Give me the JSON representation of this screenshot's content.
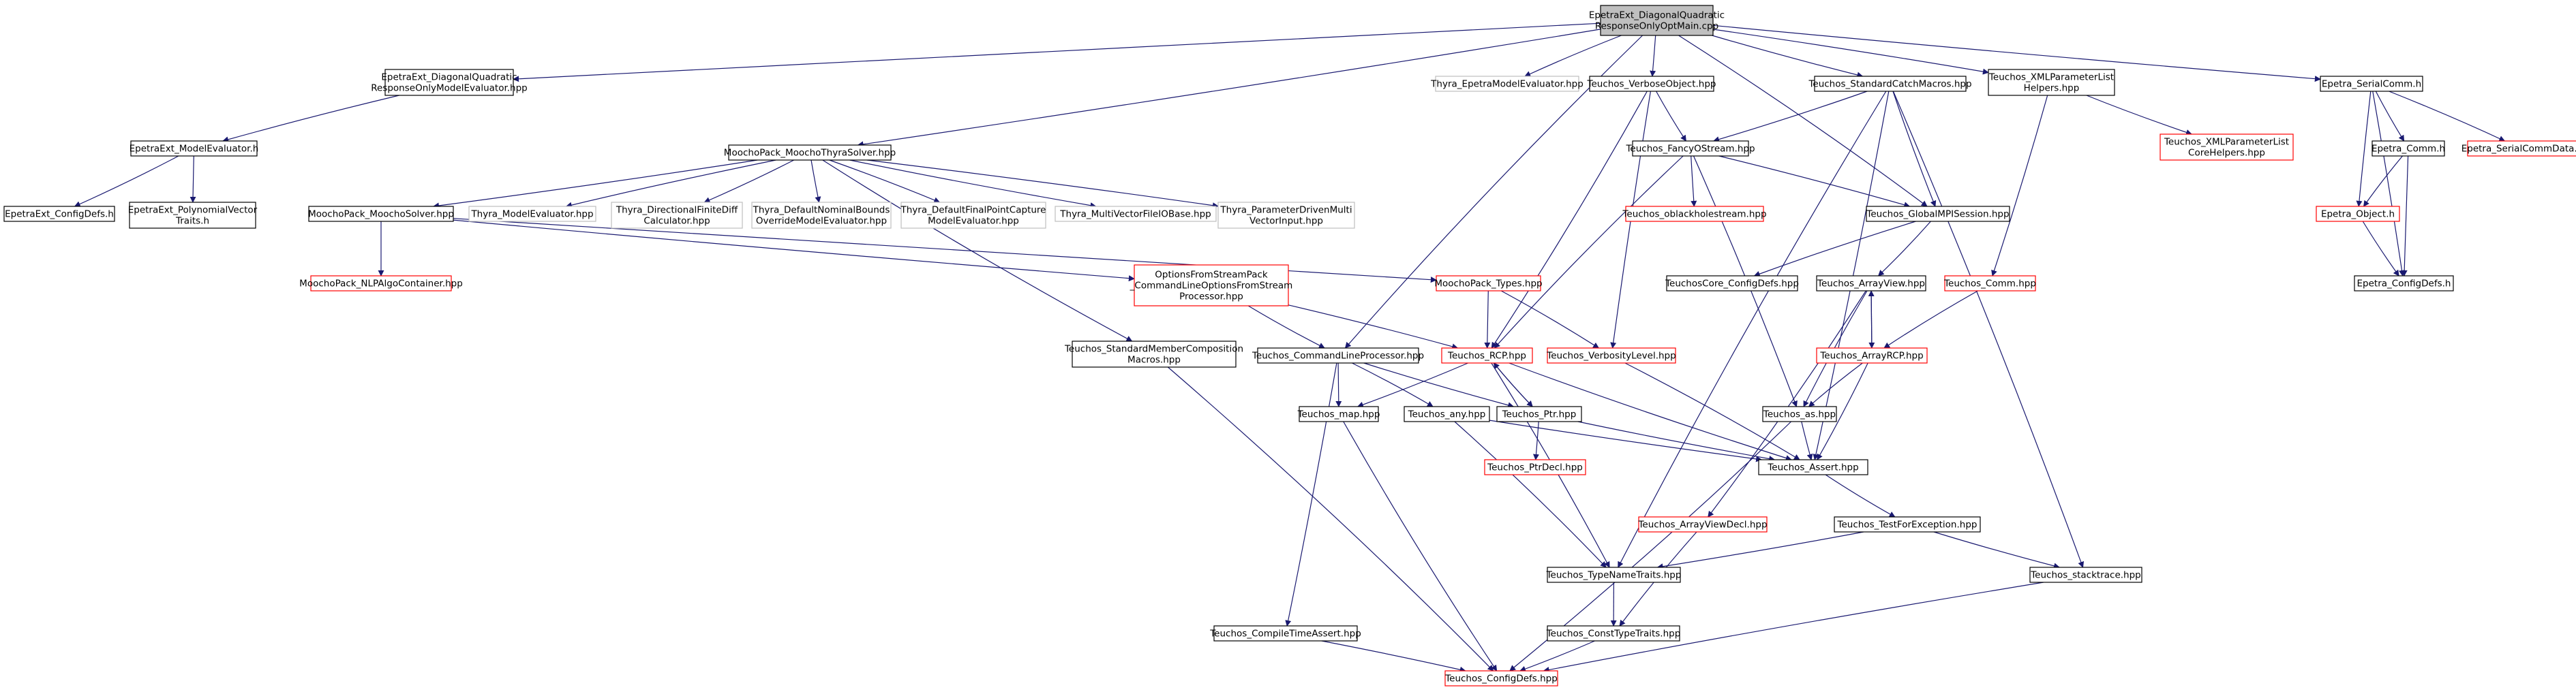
{
  "colors": {
    "edge": "#191970",
    "edge_external": "#c81f1f",
    "box_documented": "#000000",
    "box_undocumented": "#ff0000",
    "box_external": "#bfbfbf",
    "root_fill": "#bfbfbf"
  },
  "nodes": [
    {
      "id": "root",
      "lines": [
        "EpetraExt_DiagonalQuadratic",
        "ResponseOnlyOptMain.cpp"
      ],
      "kind": "root"
    },
    {
      "id": "dqrome",
      "lines": [
        "EpetraExt_DiagonalQuadratic",
        "ResponseOnlyModelEvaluator.hpp"
      ],
      "kind": "black"
    },
    {
      "id": "thyraepme",
      "lines": [
        "Thyra_EpetraModelEvaluator.hpp"
      ],
      "kind": "grey"
    },
    {
      "id": "verbobj",
      "lines": [
        "Teuchos_VerboseObject.hpp"
      ],
      "kind": "black"
    },
    {
      "id": "stdcatch",
      "lines": [
        "Teuchos_StandardCatchMacros.hpp"
      ],
      "kind": "black"
    },
    {
      "id": "xmlpl",
      "lines": [
        "Teuchos_XMLParameterList",
        "Helpers.hpp"
      ],
      "kind": "black"
    },
    {
      "id": "serialcomm",
      "lines": [
        "Epetra_SerialComm.h"
      ],
      "kind": "black"
    },
    {
      "id": "modeleval",
      "lines": [
        "EpetraExt_ModelEvaluator.h"
      ],
      "kind": "black"
    },
    {
      "id": "moothyra",
      "lines": [
        "MoochoPack_MoochoThyraSolver.hpp"
      ],
      "kind": "black"
    },
    {
      "id": "fancyo",
      "lines": [
        "Teuchos_FancyOStream.hpp"
      ],
      "kind": "black"
    },
    {
      "id": "xmlplcore",
      "lines": [
        "Teuchos_XMLParameterList",
        "CoreHelpers.hpp"
      ],
      "kind": "red"
    },
    {
      "id": "epcomm",
      "lines": [
        "Epetra_Comm.h"
      ],
      "kind": "black"
    },
    {
      "id": "serialcommdata",
      "lines": [
        "Epetra_SerialCommData.h"
      ],
      "kind": "red"
    },
    {
      "id": "epcfg",
      "lines": [
        "EpetraExt_ConfigDefs.h"
      ],
      "kind": "black"
    },
    {
      "id": "polyvec",
      "lines": [
        "EpetraExt_PolynomialVector",
        "Traits.h"
      ],
      "kind": "black"
    },
    {
      "id": "mooslv",
      "lines": [
        "MoochoPack_MoochoSolver.hpp"
      ],
      "kind": "black"
    },
    {
      "id": "thyrame",
      "lines": [
        "Thyra_ModelEvaluator.hpp"
      ],
      "kind": "grey"
    },
    {
      "id": "thyradfd",
      "lines": [
        "Thyra_DirectionalFiniteDiff",
        "Calculator.hpp"
      ],
      "kind": "grey"
    },
    {
      "id": "thyradnb",
      "lines": [
        "Thyra_DefaultNominalBounds",
        "OverrideModelEvaluator.hpp"
      ],
      "kind": "grey"
    },
    {
      "id": "thyradfp",
      "lines": [
        "Thyra_DefaultFinalPointCapture",
        "ModelEvaluator.hpp"
      ],
      "kind": "grey"
    },
    {
      "id": "thyramvf",
      "lines": [
        "Thyra_MultiVectorFileIOBase.hpp"
      ],
      "kind": "grey"
    },
    {
      "id": "thyrapdm",
      "lines": [
        "Thyra_ParameterDrivenMulti",
        "VectorInput.hpp"
      ],
      "kind": "grey"
    },
    {
      "id": "oblack",
      "lines": [
        "Teuchos_oblackholestream.hpp"
      ],
      "kind": "red"
    },
    {
      "id": "globalmpi",
      "lines": [
        "Teuchos_GlobalMPISession.hpp"
      ],
      "kind": "black"
    },
    {
      "id": "epobj",
      "lines": [
        "Epetra_Object.h"
      ],
      "kind": "red"
    },
    {
      "id": "epconfig",
      "lines": [
        "Epetra_ConfigDefs.h"
      ],
      "kind": "black"
    },
    {
      "id": "nlpalgo",
      "lines": [
        "MoochoPack_NLPAlgoContainer.hpp"
      ],
      "kind": "red"
    },
    {
      "id": "optsfs",
      "lines": [
        "OptionsFromStreamPack",
        "_CommandLineOptionsFromStream",
        "Processor.hpp"
      ],
      "kind": "red"
    },
    {
      "id": "mootypes",
      "lines": [
        "MoochoPack_Types.hpp"
      ],
      "kind": "red"
    },
    {
      "id": "corecfg",
      "lines": [
        "TeuchosCore_ConfigDefs.hpp"
      ],
      "kind": "black"
    },
    {
      "id": "arrview",
      "lines": [
        "Teuchos_ArrayView.hpp"
      ],
      "kind": "black"
    },
    {
      "id": "tcomm",
      "lines": [
        "Teuchos_Comm.hpp"
      ],
      "kind": "red"
    },
    {
      "id": "stdmem",
      "lines": [
        "Teuchos_StandardMemberComposition",
        "Macros.hpp"
      ],
      "kind": "black"
    },
    {
      "id": "clp",
      "lines": [
        "Teuchos_CommandLineProcessor.hpp"
      ],
      "kind": "black"
    },
    {
      "id": "rcp",
      "lines": [
        "Teuchos_RCP.hpp"
      ],
      "kind": "red"
    },
    {
      "id": "verblvl",
      "lines": [
        "Teuchos_VerbosityLevel.hpp"
      ],
      "kind": "red"
    },
    {
      "id": "arrrcp",
      "lines": [
        "Teuchos_ArrayRCP.hpp"
      ],
      "kind": "red"
    },
    {
      "id": "tmap",
      "lines": [
        "Teuchos_map.hpp"
      ],
      "kind": "black"
    },
    {
      "id": "tany",
      "lines": [
        "Teuchos_any.hpp"
      ],
      "kind": "black"
    },
    {
      "id": "tptr",
      "lines": [
        "Teuchos_Ptr.hpp"
      ],
      "kind": "black"
    },
    {
      "id": "tas",
      "lines": [
        "Teuchos_as.hpp"
      ],
      "kind": "black"
    },
    {
      "id": "ptrdecl",
      "lines": [
        "Teuchos_PtrDecl.hpp"
      ],
      "kind": "red"
    },
    {
      "id": "tassert",
      "lines": [
        "Teuchos_Assert.hpp"
      ],
      "kind": "black"
    },
    {
      "id": "arrviewdecl",
      "lines": [
        "Teuchos_ArrayViewDecl.hpp"
      ],
      "kind": "red"
    },
    {
      "id": "testexc",
      "lines": [
        "Teuchos_TestForException.hpp"
      ],
      "kind": "black"
    },
    {
      "id": "typename",
      "lines": [
        "Teuchos_TypeNameTraits.hpp"
      ],
      "kind": "black"
    },
    {
      "id": "stacktrace",
      "lines": [
        "Teuchos_stacktrace.hpp"
      ],
      "kind": "black"
    },
    {
      "id": "constt",
      "lines": [
        "Teuchos_ConstTypeTraits.hpp"
      ],
      "kind": "black"
    },
    {
      "id": "cta",
      "lines": [
        "Teuchos_CompileTimeAssert.hpp"
      ],
      "kind": "black"
    },
    {
      "id": "tcfg",
      "lines": [
        "Teuchos_ConfigDefs.hpp"
      ],
      "kind": "red"
    }
  ],
  "edges": [
    [
      "root",
      "dqrome"
    ],
    [
      "root",
      "thyraepme"
    ],
    [
      "root",
      "verbobj"
    ],
    [
      "root",
      "stdcatch"
    ],
    [
      "root",
      "xmlpl"
    ],
    [
      "root",
      "serialcomm"
    ],
    [
      "root",
      "moothyra"
    ],
    [
      "root",
      "clp"
    ],
    [
      "root",
      "globalmpi"
    ],
    [
      "dqrome",
      "modeleval"
    ],
    [
      "modeleval",
      "epcfg"
    ],
    [
      "modeleval",
      "polyvec"
    ],
    [
      "moothyra",
      "mooslv"
    ],
    [
      "moothyra",
      "thyrame"
    ],
    [
      "moothyra",
      "thyradfd"
    ],
    [
      "moothyra",
      "thyradnb"
    ],
    [
      "moothyra",
      "thyradfp"
    ],
    [
      "moothyra",
      "thyramvf"
    ],
    [
      "moothyra",
      "thyrapdm"
    ],
    [
      "moothyra",
      "stdmem"
    ],
    [
      "mooslv",
      "nlpalgo"
    ],
    [
      "mooslv",
      "optsfs"
    ],
    [
      "mooslv",
      "mootypes"
    ],
    [
      "optsfs",
      "clp"
    ],
    [
      "optsfs",
      "rcp"
    ],
    [
      "mootypes",
      "rcp"
    ],
    [
      "mootypes",
      "verblvl"
    ],
    [
      "verbobj",
      "fancyo"
    ],
    [
      "verbobj",
      "rcp"
    ],
    [
      "verbobj",
      "verblvl"
    ],
    [
      "stdcatch",
      "fancyo"
    ],
    [
      "stdcatch",
      "globalmpi"
    ],
    [
      "stdcatch",
      "tassert"
    ],
    [
      "stdcatch",
      "typename"
    ],
    [
      "stdcatch",
      "stacktrace"
    ],
    [
      "fancyo",
      "oblack"
    ],
    [
      "fancyo",
      "globalmpi"
    ],
    [
      "fancyo",
      "rcp"
    ],
    [
      "fancyo",
      "tas"
    ],
    [
      "globalmpi",
      "corecfg"
    ],
    [
      "globalmpi",
      "arrview"
    ],
    [
      "xmlpl",
      "xmlplcore"
    ],
    [
      "xmlpl",
      "tcomm"
    ],
    [
      "serialcomm",
      "epcomm"
    ],
    [
      "serialcomm",
      "serialcommdata"
    ],
    [
      "serialcomm",
      "epobj"
    ],
    [
      "serialcomm",
      "epconfig"
    ],
    [
      "epcomm",
      "epobj"
    ],
    [
      "epcomm",
      "epconfig"
    ],
    [
      "epobj",
      "epconfig"
    ],
    [
      "arrview",
      "arrrcp"
    ],
    [
      "arrview",
      "tas"
    ],
    [
      "arrview",
      "arrviewdecl"
    ],
    [
      "tcomm",
      "arrrcp"
    ],
    [
      "arrrcp",
      "arrview"
    ],
    [
      "arrrcp",
      "tas"
    ],
    [
      "arrrcp",
      "tassert"
    ],
    [
      "clp",
      "tmap"
    ],
    [
      "clp",
      "tany"
    ],
    [
      "clp",
      "tptr"
    ],
    [
      "clp",
      "cta"
    ],
    [
      "rcp",
      "tptr"
    ],
    [
      "rcp",
      "tmap"
    ],
    [
      "rcp",
      "tassert"
    ],
    [
      "rcp",
      "typename"
    ],
    [
      "tptr",
      "rcp"
    ],
    [
      "tptr",
      "ptrdecl"
    ],
    [
      "tptr",
      "tassert"
    ],
    [
      "tany",
      "typename"
    ],
    [
      "tany",
      "tassert"
    ],
    [
      "verblvl",
      "tassert"
    ],
    [
      "tas",
      "tassert"
    ],
    [
      "tas",
      "tcfg"
    ],
    [
      "tassert",
      "testexc"
    ],
    [
      "testexc",
      "typename"
    ],
    [
      "testexc",
      "stacktrace"
    ],
    [
      "typename",
      "constt"
    ],
    [
      "arrviewdecl",
      "constt"
    ],
    [
      "constt",
      "tcfg"
    ],
    [
      "stacktrace",
      "tcfg"
    ],
    [
      "cta",
      "tcfg"
    ],
    [
      "tmap",
      "tcfg"
    ],
    [
      "stdmem",
      "tcfg"
    ]
  ]
}
